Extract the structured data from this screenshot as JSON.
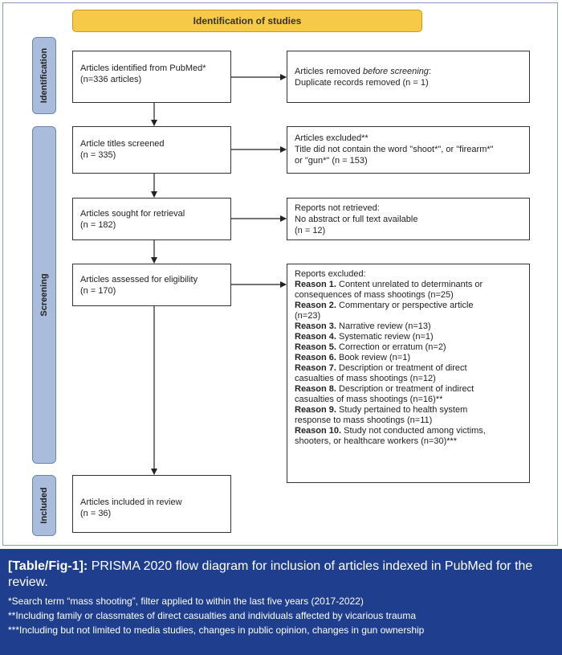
{
  "header": {
    "title": "Identification of studies"
  },
  "stages": {
    "identification": "Identification",
    "screening": "Screening",
    "included": "Included"
  },
  "left_boxes": {
    "identified": [
      "Articles identified from PubMed*",
      "(n=336 articles)"
    ],
    "screened": [
      "Article titles screened",
      "(n = 335)"
    ],
    "sought": [
      "Articles sought for retrieval",
      "(n = 182)"
    ],
    "assessed": [
      "Articles assessed for eligibility",
      "(n = 170)"
    ],
    "included": [
      "Articles included in review",
      "(n = 36)"
    ]
  },
  "right_boxes": {
    "removed": {
      "prefix": "Articles removed ",
      "emphasis": "before screening",
      "suffix": ":",
      "line2": "Duplicate records removed  (n = 1)"
    },
    "excluded": [
      "Articles excluded**",
      "Title did not contain the word \"shoot*\", or \"firearm*\"",
      "or \"gun*\" (n = 153)"
    ],
    "not_retrieved": [
      "Reports not retrieved:",
      "No abstract or full text available",
      "(n = 12)"
    ],
    "reports_excluded": {
      "heading": "Reports excluded:",
      "reasons": [
        {
          "label": "Reason 1.",
          "lines": [
            " Content unrelated to determinants or",
            "consequences of mass shootings (n=25)"
          ]
        },
        {
          "label": "Reason 2.",
          "lines": [
            " Commentary or perspective article",
            "(n=23)"
          ]
        },
        {
          "label": "Reason 3.",
          "lines": [
            " Narrative review (n=13)"
          ]
        },
        {
          "label": "Reason 4.",
          "lines": [
            " Systematic review (n=1)"
          ]
        },
        {
          "label": "Reason 5.",
          "lines": [
            " Correction or erratum (n=2)"
          ]
        },
        {
          "label": "Reason 6.",
          "lines": [
            " Book review (n=1)"
          ]
        },
        {
          "label": "Reason 7.",
          "lines": [
            " Description or treatment of direct",
            "casualties of mass shootings (n=12)"
          ]
        },
        {
          "label": "Reason 8.",
          "lines": [
            " Description or treatment of indirect",
            "casualties of mass shootings (n=16)**"
          ]
        },
        {
          "label": "Reason 9.",
          "lines": [
            " Study pertained to health system",
            "response to mass shootings (n=11)"
          ]
        },
        {
          "label": "Reason 10.",
          "lines": [
            " Study not conducted among victims,",
            "shooters, or healthcare workers (n=30)***"
          ]
        }
      ]
    }
  },
  "caption": {
    "label": "[Table/Fig-1]:",
    "text": " PRISMA 2020 flow diagram for inclusion of articles indexed in PubMed for the review.",
    "notes": [
      "*Search term “mass shooting”, filter applied to within the last five years (2017-2022)",
      "**Including family or classmates of direct casualties and individuals affected by vicarious trauma",
      "***Including but not limited to media studies, changes in public opinion, changes in gun ownership"
    ]
  }
}
